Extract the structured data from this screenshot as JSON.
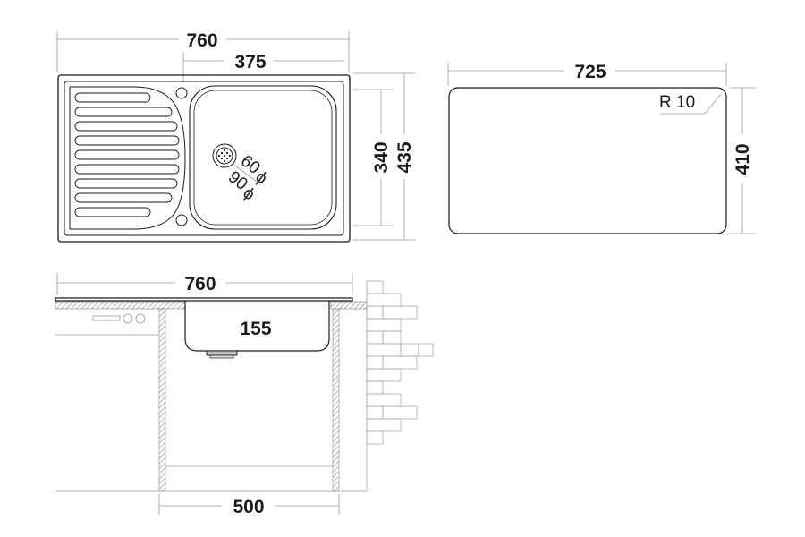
{
  "top_view": {
    "overall_width": "760",
    "bowl_width": "375",
    "bowl_depth": "340",
    "overall_depth": "435",
    "drain_inner": "60",
    "drain_outer": "90",
    "diameter_symbol": "ϕ"
  },
  "cutout": {
    "width": "725",
    "depth": "410",
    "corner_radius": "R 10"
  },
  "side_view": {
    "overall_width": "760",
    "bowl_height": "155",
    "cabinet_width": "500"
  }
}
